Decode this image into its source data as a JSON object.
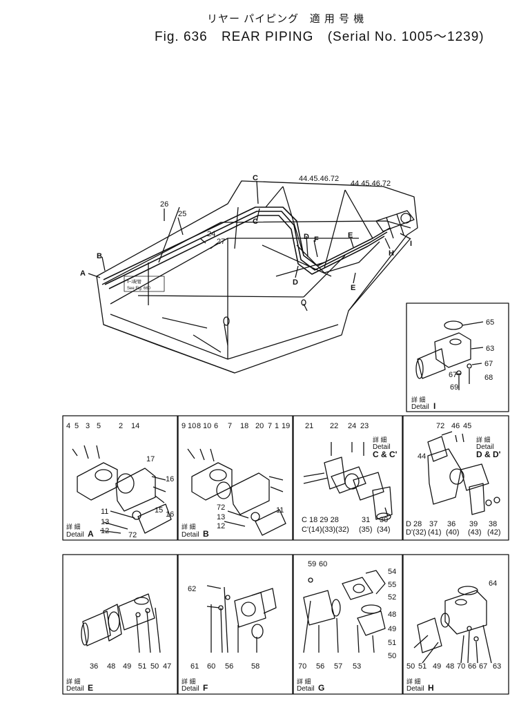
{
  "title": {
    "japanese": "リヤー パイピング",
    "fig": "Fig. 636",
    "name": "REAR PIPING",
    "applicable_jp": "適 用 号 機",
    "serial": "(Serial No. 1005～1239)"
  },
  "main_view": {
    "callouts": [
      "26",
      "25",
      "24",
      "27",
      "44.45.46.72",
      "44.45.46.72",
      "A",
      "B",
      "C",
      "C",
      "D",
      "D",
      "E",
      "E",
      "F",
      "H",
      "I"
    ],
    "note_jp": "ﾎｰｽ配管",
    "note_en": "See Fig. 660"
  },
  "details": {
    "detail_jp": "詳 細",
    "detail_en": "Detail",
    "I": {
      "letter": "I",
      "labels": [
        "65",
        "63",
        "67",
        "67",
        "68",
        "69"
      ]
    },
    "A": {
      "letter": "A",
      "labels": [
        "4",
        "5",
        "3",
        "5",
        "2",
        "14",
        "17",
        "16",
        "16",
        "15",
        "11",
        "13",
        "12",
        "72"
      ]
    },
    "B": {
      "letter": "B",
      "labels": [
        "9",
        "10",
        "8",
        "10",
        "6",
        "7",
        "18",
        "20",
        "7",
        "1",
        "19",
        "72",
        "11",
        "13",
        "12"
      ]
    },
    "C": {
      "letter": "C & C'",
      "labels": [
        "21",
        "22",
        "24",
        "23",
        "C  18  29  28",
        "C'(14)(33)(32)",
        "31",
        "30",
        "(35)",
        "(34)"
      ]
    },
    "D": {
      "letter": "D & D'",
      "labels": [
        "72",
        "46",
        "45",
        "44",
        "D  28",
        "D'(32)",
        "37",
        "(41)",
        "36",
        "(40)",
        "39",
        "(43)",
        "38",
        "(42)"
      ]
    },
    "E": {
      "letter": "E",
      "labels": [
        "36",
        "48",
        "49",
        "51",
        "50",
        "47"
      ]
    },
    "F": {
      "letter": "F",
      "labels": [
        "62",
        "61",
        "60",
        "56",
        "58"
      ]
    },
    "G": {
      "letter": "G",
      "labels": [
        "59",
        "60",
        "54",
        "55",
        "52",
        "48",
        "49",
        "51",
        "50",
        "70",
        "56",
        "57",
        "53"
      ]
    },
    "H": {
      "letter": "H",
      "labels": [
        "64",
        "50",
        "51",
        "49",
        "48",
        "70",
        "66",
        "67",
        "63"
      ]
    }
  }
}
